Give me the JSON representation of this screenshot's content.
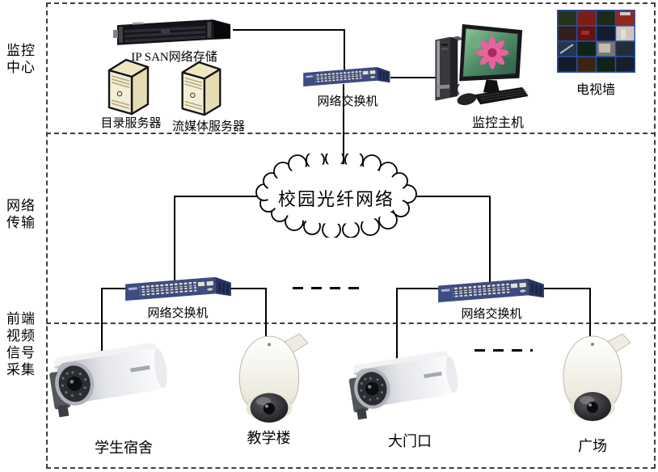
{
  "zones": [
    {
      "label": "监控中心"
    },
    {
      "label": "网络传输"
    },
    {
      "label": "前端视频信号采集"
    }
  ],
  "nodes": {
    "ipsan": {
      "label": "IP SAN网络存储"
    },
    "directory_server": {
      "label": "目录服务器"
    },
    "media_server": {
      "label": "流媒体服务器"
    },
    "core_switch": {
      "label": "网络交换机"
    },
    "monitor_host": {
      "label": "监控主机"
    },
    "tv_wall": {
      "label": "电视墙"
    },
    "fiber_cloud": {
      "label": "校园光纤网络"
    },
    "left_switch": {
      "label": "网络交换机"
    },
    "right_switch": {
      "label": "网络交换机"
    },
    "camera_dorm": {
      "label": "学生宿舍"
    },
    "camera_teaching": {
      "label": "教学楼"
    },
    "camera_gate": {
      "label": "大门口"
    },
    "camera_plaza": {
      "label": "广场"
    }
  },
  "colors": {
    "line": "#000000",
    "zone_border": "#3f3f3f",
    "switch_body": "#3d4c82",
    "server_beige": "#f2ecd4",
    "storage_black": "#131318",
    "camera_white": "#f4f4f6",
    "flower_pink": "#e8519a",
    "background": "#ffffff"
  }
}
